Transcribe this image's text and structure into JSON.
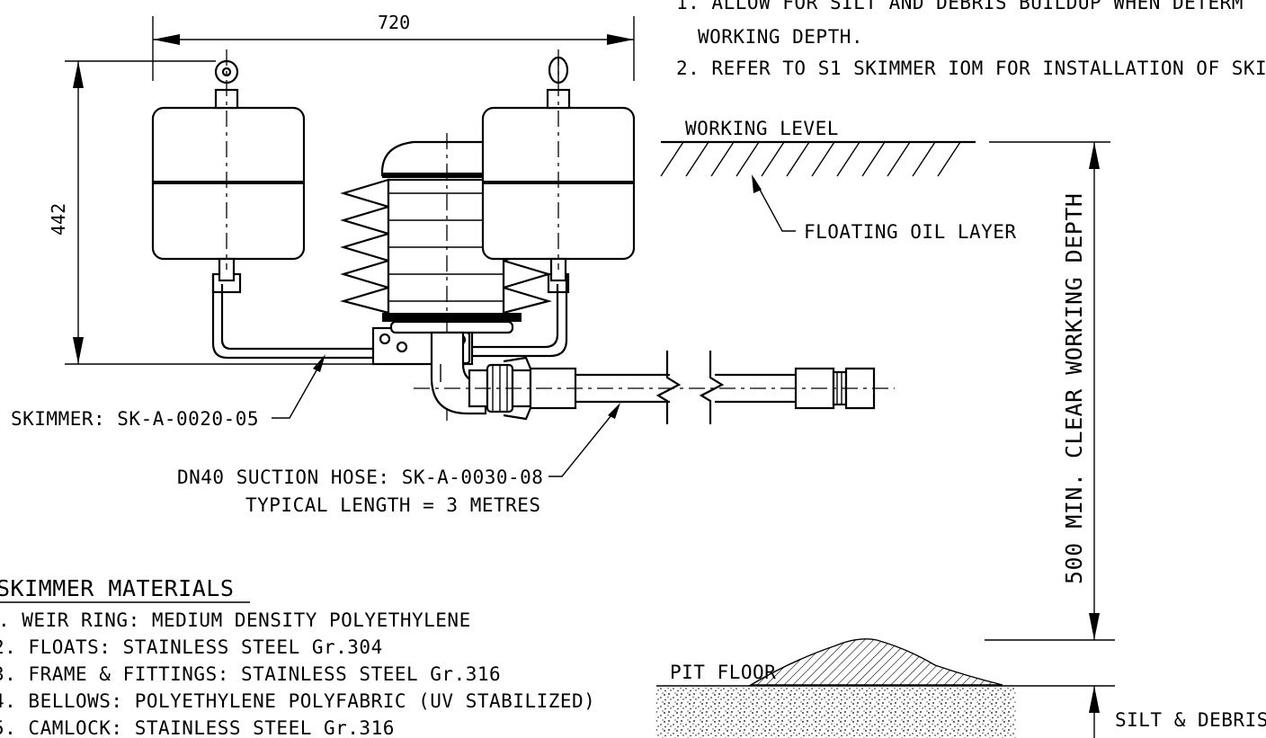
{
  "notes": {
    "note1_line1": "1. ALLOW FOR SILT AND DEBRIS BUILDUP WHEN DETERM",
    "note1_line2": "WORKING DEPTH.",
    "note2": "2. REFER TO S1 SKIMMER IOM FOR INSTALLATION OF SKI"
  },
  "dimensions": {
    "width": "720",
    "height": "442",
    "working_depth": "500 MIN. CLEAR WORKING DEPTH"
  },
  "callouts": {
    "working_level": "WORKING LEVEL",
    "floating_oil": "FLOATING OIL LAYER",
    "skimmer": "SKIMMER: SK-A-0020-05",
    "hose_line1": "DN40 SUCTION HOSE: SK-A-0030-08",
    "hose_line2": "TYPICAL LENGTH = 3 METRES",
    "pit_floor": "PIT FLOOR",
    "silt": "SILT & DEBRIS"
  },
  "materials": {
    "heading": "SKIMMER MATERIALS",
    "items": [
      ". WEIR RING: MEDIUM DENSITY POLYETHYLENE",
      "2. FLOATS: STAINLESS STEEL Gr.304",
      "3. FRAME & FITTINGS: STAINLESS STEEL Gr.316",
      "4. BELLOWS: POLYETHYLENE POLYFABRIC (UV STABILIZED)",
      "5. CAMLOCK: STAINLESS STEEL Gr.316"
    ]
  }
}
